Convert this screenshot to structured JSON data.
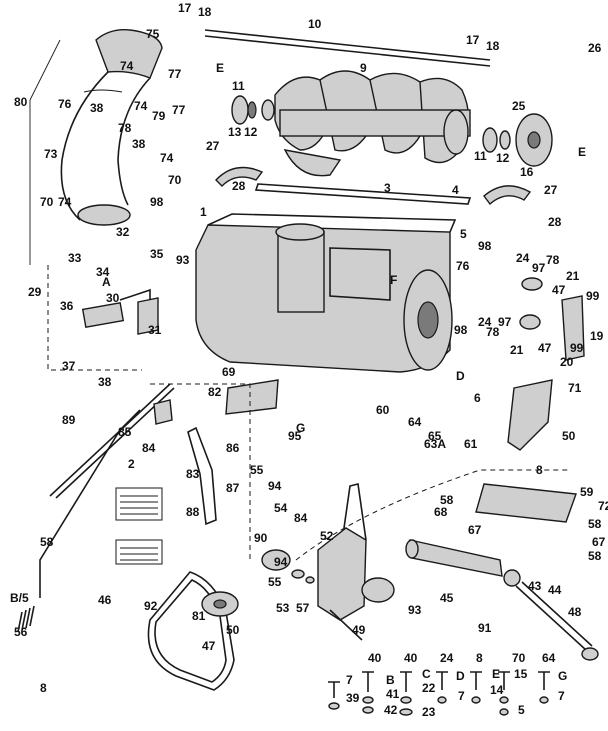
{
  "callouts": [
    "17",
    "18",
    "10",
    "17",
    "18",
    "26",
    "75",
    "74",
    "77",
    "80",
    "76",
    "38",
    "74",
    "77",
    "78",
    "79",
    "38",
    "74",
    "73",
    "70",
    "98",
    "70",
    "74",
    "E",
    "11",
    "13",
    "12",
    "9",
    "27",
    "28",
    "25",
    "11",
    "12",
    "16",
    "E",
    "3",
    "4",
    "27",
    "28",
    "1",
    "5",
    "32",
    "33",
    "34",
    "35",
    "93",
    "A",
    "30",
    "29",
    "36",
    "31",
    "F",
    "98",
    "24",
    "76",
    "78",
    "97",
    "21",
    "47",
    "99",
    "98",
    "24",
    "97",
    "78",
    "19",
    "21",
    "47",
    "20",
    "99",
    "D",
    "6",
    "37",
    "38",
    "82",
    "69",
    "71",
    "60",
    "G",
    "95",
    "64",
    "65",
    "63A",
    "61",
    "50",
    "8",
    "89",
    "85",
    "86",
    "84",
    "83",
    "87",
    "88",
    "55",
    "94",
    "54",
    "84",
    "2",
    "59",
    "72",
    "58",
    "67",
    "58",
    "52",
    "68",
    "58",
    "67",
    "58",
    "90",
    "55",
    "53",
    "57",
    "94",
    "93",
    "45",
    "43",
    "44",
    "48",
    "46",
    "92",
    "81",
    "50",
    "47",
    "49",
    "56",
    "91",
    "7",
    "39",
    "40",
    "B",
    "41",
    "42",
    "40",
    "C",
    "22",
    "23",
    "24",
    "D",
    "7",
    "8",
    "E",
    "14",
    "15",
    "70",
    "5",
    "64",
    "G",
    "7",
    "8",
    "B/5"
  ],
  "assemblies": {
    "auger": "auger-assembly-9",
    "housing": "housing-1",
    "chute": "discharge-chute-73",
    "belt": "drive-belt-81"
  }
}
